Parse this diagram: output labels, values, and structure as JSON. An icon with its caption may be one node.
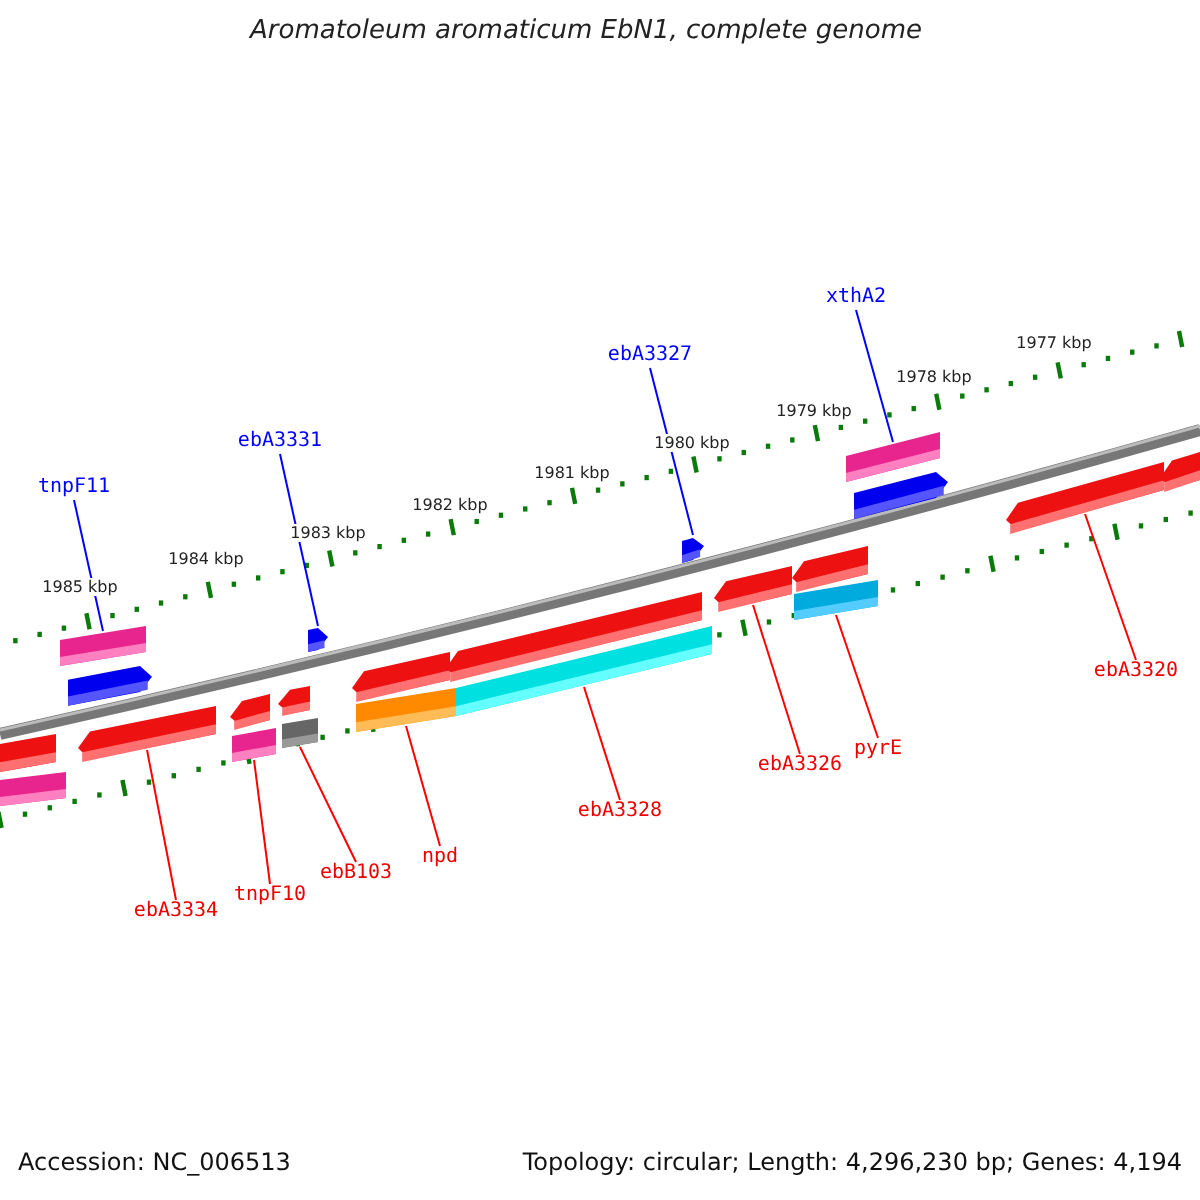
{
  "diagram": {
    "title": "Aromatoleum aromaticum EbN1, complete genome",
    "nodes": [
      {
        "text": [
          "tnpF11"
        ]
      },
      {
        "text": [
          "ebA3331"
        ]
      },
      {
        "text": [
          "ebA3327"
        ]
      },
      {
        "text": [
          "xthA2"
        ]
      },
      {
        "text": [
          "ebA3334"
        ]
      },
      {
        "text": [
          "tnpF10"
        ]
      },
      {
        "text": [
          "ebB103"
        ]
      },
      {
        "text": [
          "npd"
        ]
      },
      {
        "text": [
          "ebA3328"
        ]
      },
      {
        "text": [
          "ebA3326"
        ]
      },
      {
        "text": [
          "pyrE"
        ]
      },
      {
        "text": [
          "ebA3320"
        ]
      },
      {
        "text": [],
        "shape": "box"
      },
      {
        "text": [],
        "shape": "arrow"
      },
      {
        "text": [],
        "shape": "arrow"
      },
      {
        "text": [],
        "shape": "box"
      },
      {
        "text": [],
        "shape": "arrow"
      },
      {
        "text": [],
        "shape": "box"
      },
      {
        "text": [],
        "shape": "box"
      },
      {
        "text": [],
        "shape": "box"
      },
      {
        "text": [],
        "shape": "box"
      },
      {
        "text": [],
        "shape": "arrow"
      },
      {
        "text": [],
        "shape": "box"
      },
      {
        "text": [],
        "shape": "arrow"
      },
      {
        "text": [],
        "shape": "arrow"
      },
      {
        "text": [],
        "shape": "arrow"
      },
      {
        "text": [],
        "shape": "box"
      },
      {
        "text": [],
        "shape": "arrow"
      },
      {
        "text": [],
        "shape": "arrow"
      },
      {
        "text": [],
        "shape": "arrow"
      },
      {
        "text": [],
        "shape": "arrow"
      },
      {
        "text": [],
        "shape": "arrow"
      },
      {
        "text": [],
        "shape": "arrow"
      },
      {
        "text": [],
        "shape": "box"
      }
    ],
    "edges": [
      {
        "from": 0,
        "to": 12,
        "arrow": "none",
        "color": "#0000ff"
      },
      {
        "from": 1,
        "to": 13,
        "arrow": "none",
        "color": "#0000ff"
      },
      {
        "from": 2,
        "to": 14,
        "arrow": "none",
        "color": "#0000ff"
      },
      {
        "from": 3,
        "to": 15,
        "arrow": "none",
        "color": "#0000ff"
      },
      {
        "from": 4,
        "to": 16,
        "arrow": "none"
      },
      {
        "from": 5,
        "to": 17,
        "arrow": "none"
      },
      {
        "from": 6,
        "to": 18,
        "arrow": "none"
      },
      {
        "from": 7,
        "to": 19,
        "arrow": "none"
      },
      {
        "from": 8,
        "to": 20,
        "arrow": "none"
      },
      {
        "from": 9,
        "to": 21,
        "arrow": "none"
      },
      {
        "from": 10,
        "to": 22,
        "arrow": "none"
      },
      {
        "from": 11,
        "to": 23,
        "arrow": "none"
      }
    ],
    "labels": [
      "1985 kbp",
      "1984 kbp",
      "1983 kbp",
      "1982 kbp",
      "1981 kbp",
      "1980 kbp",
      "1979 kbp",
      "1978 kbp",
      "1977 kbp",
      "Accession: NC_006513",
      "Topology: circular; Length: 4,296,230 bp; Genes: 4,194"
    ]
  }
}
